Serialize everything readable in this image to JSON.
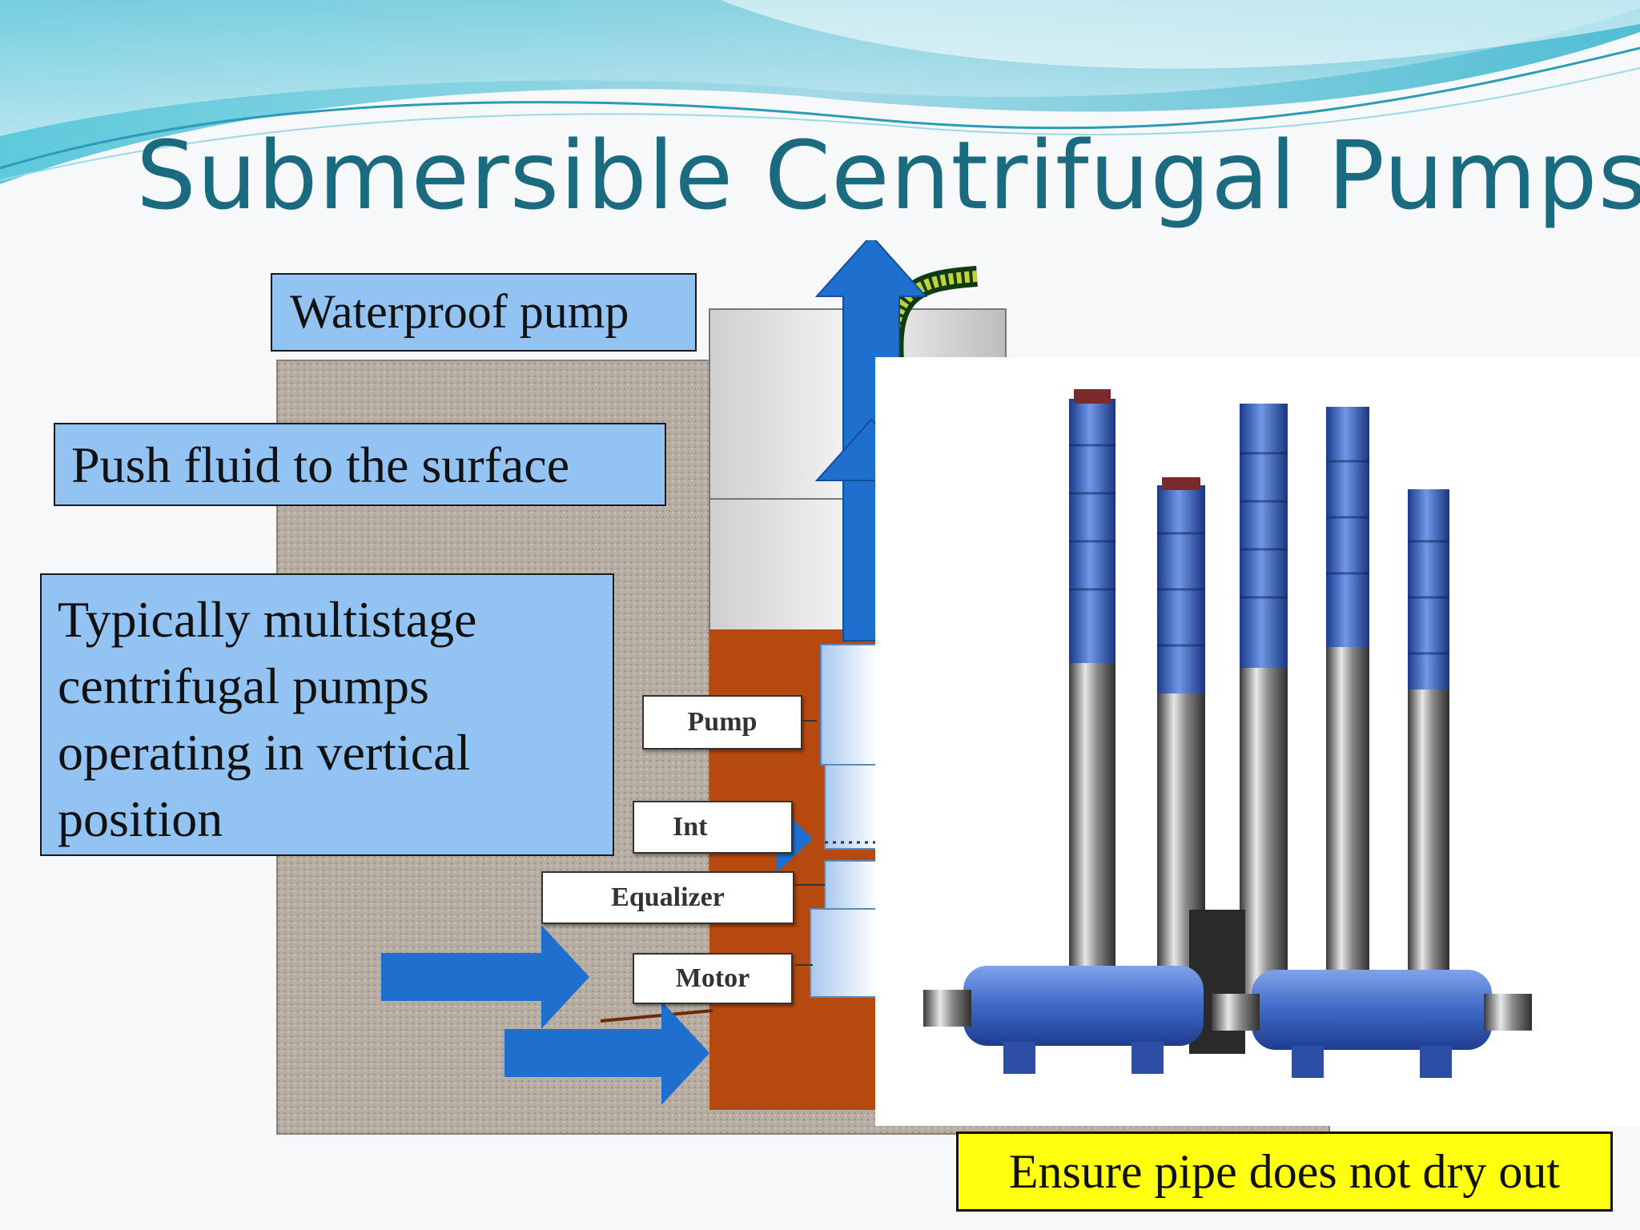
{
  "slide": {
    "title": "Submersible Centrifugal Pumps"
  },
  "callouts": {
    "waterproof": "Waterproof pump",
    "push_fluid": "Push fluid to the surface",
    "multistage": "Typically multistage centrifugal pumps operating in vertical position",
    "ensure": "Ensure pipe does not dry out"
  },
  "diagram_labels": {
    "pump": "Pump",
    "intake": "Int",
    "equalizer": "Equalizer",
    "motor": "Motor"
  },
  "colors": {
    "title": "#1a6a80",
    "callout_fill": "#93c3f2",
    "highlight_fill": "#ffff10",
    "arrow": "#1f6fcf",
    "well_fluid": "#b5490f",
    "soil": "#b8ada2",
    "pump_body": "#3a62c8"
  }
}
